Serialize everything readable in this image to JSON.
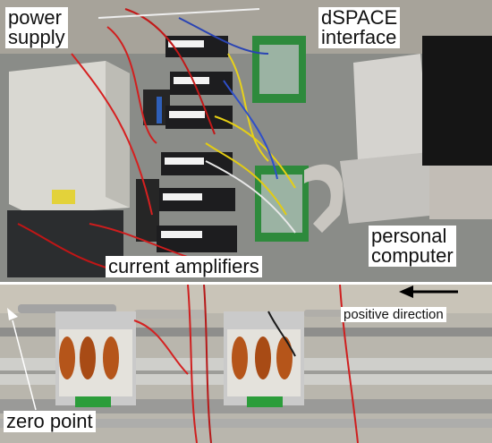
{
  "labels": {
    "power_supply": "power\nsupply",
    "dspace_interface": "dSPACE\ninterface",
    "personal_computer": "personal\ncomputer",
    "current_amplifiers": "current amplifiers",
    "positive_direction": "positive direction",
    "zero_point": "zero point"
  },
  "colors": {
    "arrow": "#000000",
    "label_bg": "#ffffff",
    "label_text": "#111111"
  }
}
